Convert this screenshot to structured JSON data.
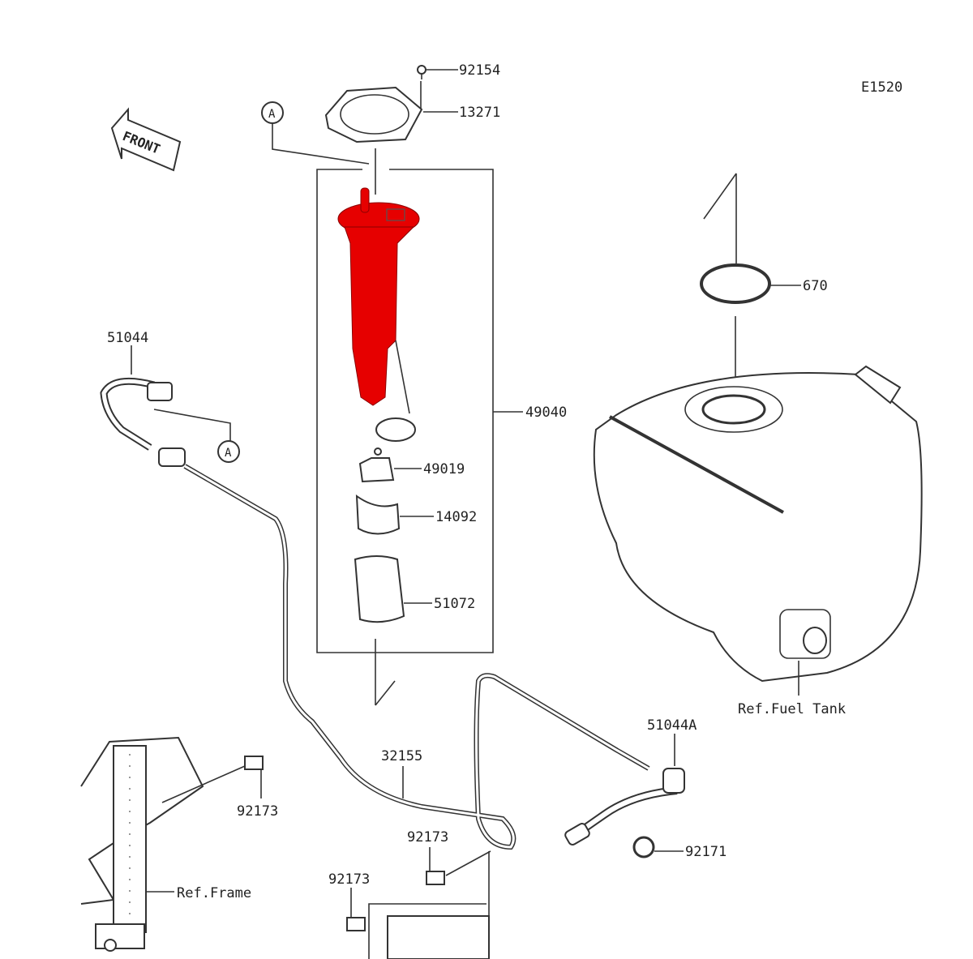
{
  "diagram": {
    "code": "E1520",
    "front_label": "FRONT",
    "highlight_color": "#e60000",
    "callouts": {
      "a_top": "A",
      "a_left": "A",
      "p92154": "92154",
      "p13271": "13271",
      "p670": "670",
      "p51044": "51044",
      "p49040": "49040",
      "p49019": "49019",
      "p14092": "14092",
      "p51072": "51072",
      "ref_fuel_tank": "Ref.Fuel Tank",
      "p51044a": "51044A",
      "p32155": "32155",
      "p92173_a": "92173",
      "p92173_b": "92173",
      "p92173_c": "92173",
      "ref_frame": "Ref.Frame",
      "p92171": "92171"
    }
  }
}
